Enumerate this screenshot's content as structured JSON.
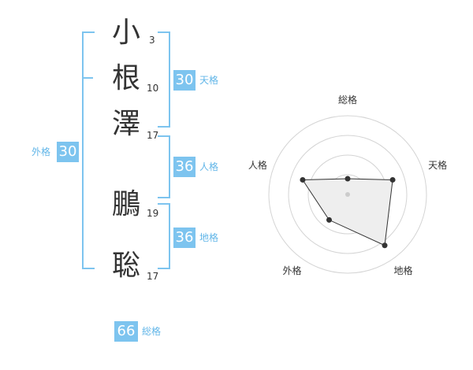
{
  "name": {
    "characters": [
      {
        "char": "小",
        "strokes": "3"
      },
      {
        "char": "根",
        "strokes": "10"
      },
      {
        "char": "澤",
        "strokes": "17"
      },
      {
        "char": "鵬",
        "strokes": "19"
      },
      {
        "char": "聡",
        "strokes": "17"
      }
    ]
  },
  "fortunes": {
    "tenkaku": {
      "value": "30",
      "label": "天格"
    },
    "jinkaku": {
      "value": "36",
      "label": "人格"
    },
    "chikaku": {
      "value": "36",
      "label": "地格"
    },
    "gaikaku": {
      "value": "30",
      "label": "外格"
    },
    "soukaku": {
      "value": "66",
      "label": "総格"
    }
  },
  "chart_data": {
    "type": "radar",
    "axes": [
      "総格",
      "天格",
      "地格",
      "外格",
      "人格"
    ],
    "values": [
      1,
      3,
      4,
      2,
      3
    ],
    "rmax": 5,
    "rings": 4
  },
  "colors": {
    "accent": "#7dc4ef",
    "label": "#62b6e8",
    "ring": "#d4d4d4",
    "polygon_fill": "#eeeeee"
  }
}
